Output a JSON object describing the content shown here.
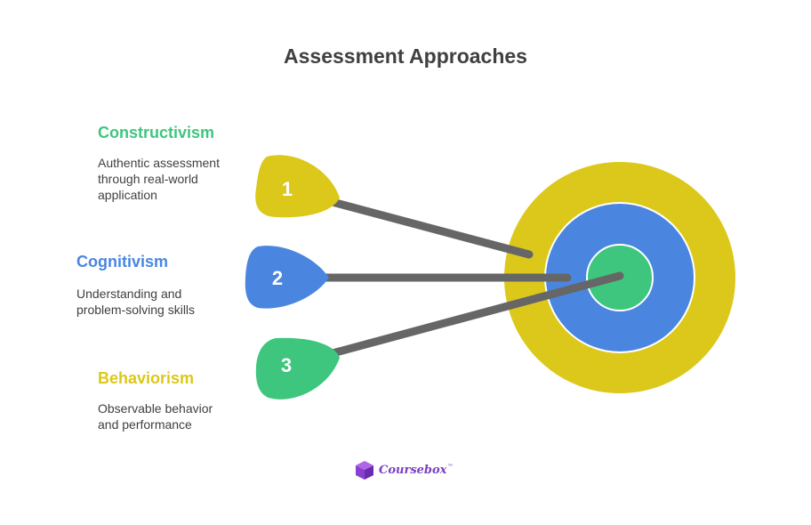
{
  "title": "Assessment Approaches",
  "items": [
    {
      "number": "1",
      "heading": "Constructivism",
      "description": "Authentic assessment through real-world application",
      "color": "#dcc81a"
    },
    {
      "number": "2",
      "heading": "Cognitivism",
      "description": "Understanding and problem-solving skills",
      "color": "#4a86e0"
    },
    {
      "number": "3",
      "heading": "Behaviorism",
      "description": "Observable behavior and performance",
      "color": "#3ec67e"
    }
  ],
  "heading_colors": {
    "constructivism": "#3ec67e",
    "cognitivism": "#4a86e0",
    "behaviorism": "#dcc81a"
  },
  "target": {
    "outer_ring_color": "#dcc81a",
    "middle_ring_color": "#4a86e0",
    "bullseye_color": "#3ec67e"
  },
  "arrow_color": "#666666",
  "logo": {
    "text": "Coursebox",
    "mark": "™",
    "icon": "cube-icon"
  }
}
